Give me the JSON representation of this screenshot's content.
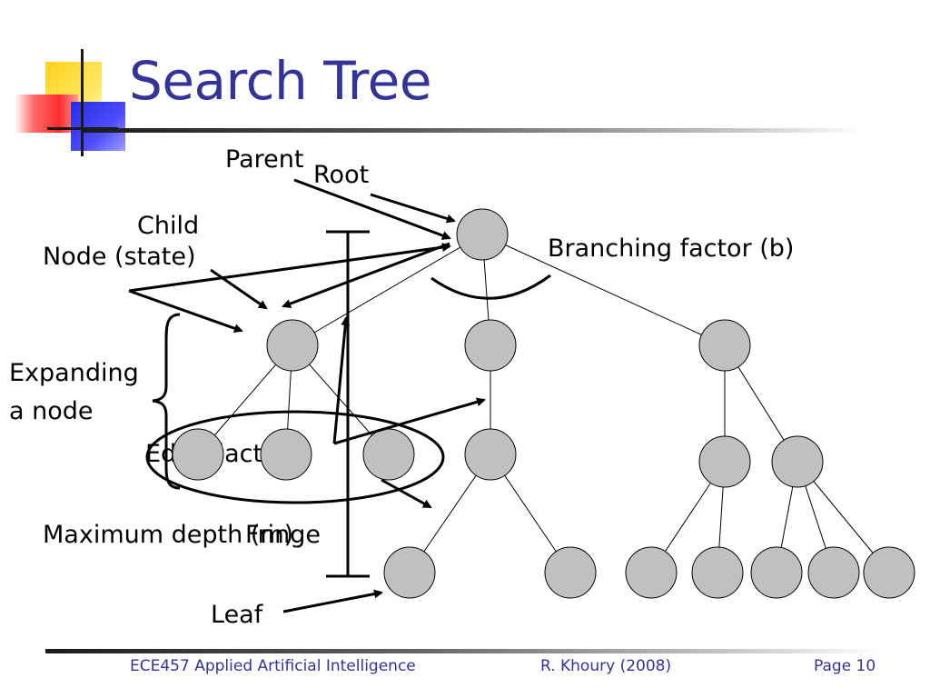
{
  "slide": {
    "title": "Search Tree"
  },
  "labels": {
    "parent": "Parent",
    "root": "Root",
    "child": "Child",
    "node_state": "Node (state)",
    "branching_factor": "Branching factor (b)",
    "expanding_line1": "Expanding",
    "expanding_line2": "a node",
    "edge_action": "Edge (action)",
    "maximum_depth": "Maximum depth (m)",
    "fringe": "Fringe",
    "leaf": "Leaf"
  },
  "footer": {
    "course": "ECE457 Applied Artificial Intelligence",
    "author": "R. Khoury (2008)",
    "page": "Page 10"
  },
  "colors": {
    "title": "#333399",
    "node_fill": "#c0c0c0",
    "stroke": "#000000"
  }
}
